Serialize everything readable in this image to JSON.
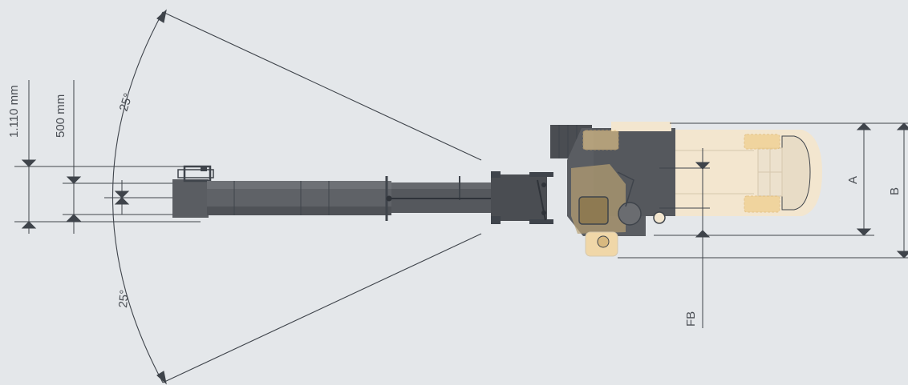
{
  "colors": {
    "background": "#e4e7ea",
    "line": "#3f444b",
    "boom_dark": "#4a4d52",
    "boom_mid": "#5f6267",
    "boom_light": "#76797e",
    "cab_cream": "#f3e6cf",
    "accent_orange": "#f0cf8e"
  },
  "dimensions": {
    "width_1110": "1.110 mm",
    "width_500": "500 mm",
    "angle_top": "25°",
    "angle_bottom": "25°",
    "label_a": "A",
    "label_b": "B",
    "label_fb": "FB"
  }
}
